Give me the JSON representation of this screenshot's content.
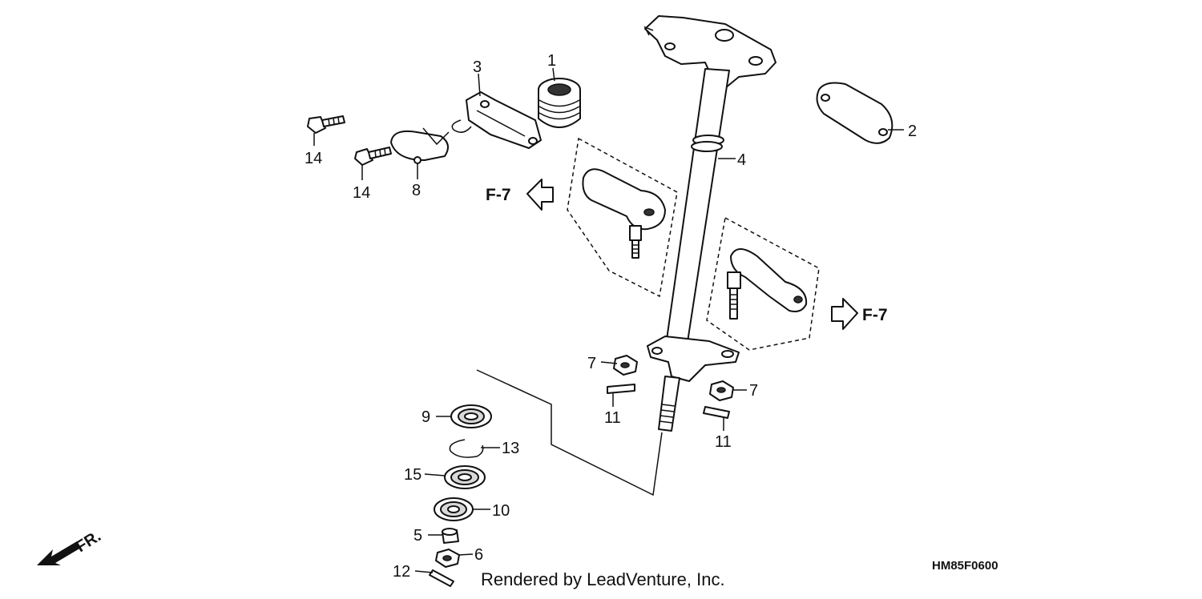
{
  "diagram": {
    "callouts": {
      "c1": "1",
      "c2": "2",
      "c3": "3",
      "c4": "4",
      "c5": "5",
      "c6": "6",
      "c7a": "7",
      "c7b": "7",
      "c8": "8",
      "c9": "9",
      "c10": "10",
      "c11a": "11",
      "c11b": "11",
      "c12": "12",
      "c13": "13",
      "c14a": "14",
      "c14b": "14",
      "c15": "15"
    },
    "ref_left": "F-7",
    "ref_right": "F-7",
    "front_label": "FR.",
    "diagram_code": "HM85F0600",
    "credit": "Rendered by LeadVenture, Inc."
  }
}
